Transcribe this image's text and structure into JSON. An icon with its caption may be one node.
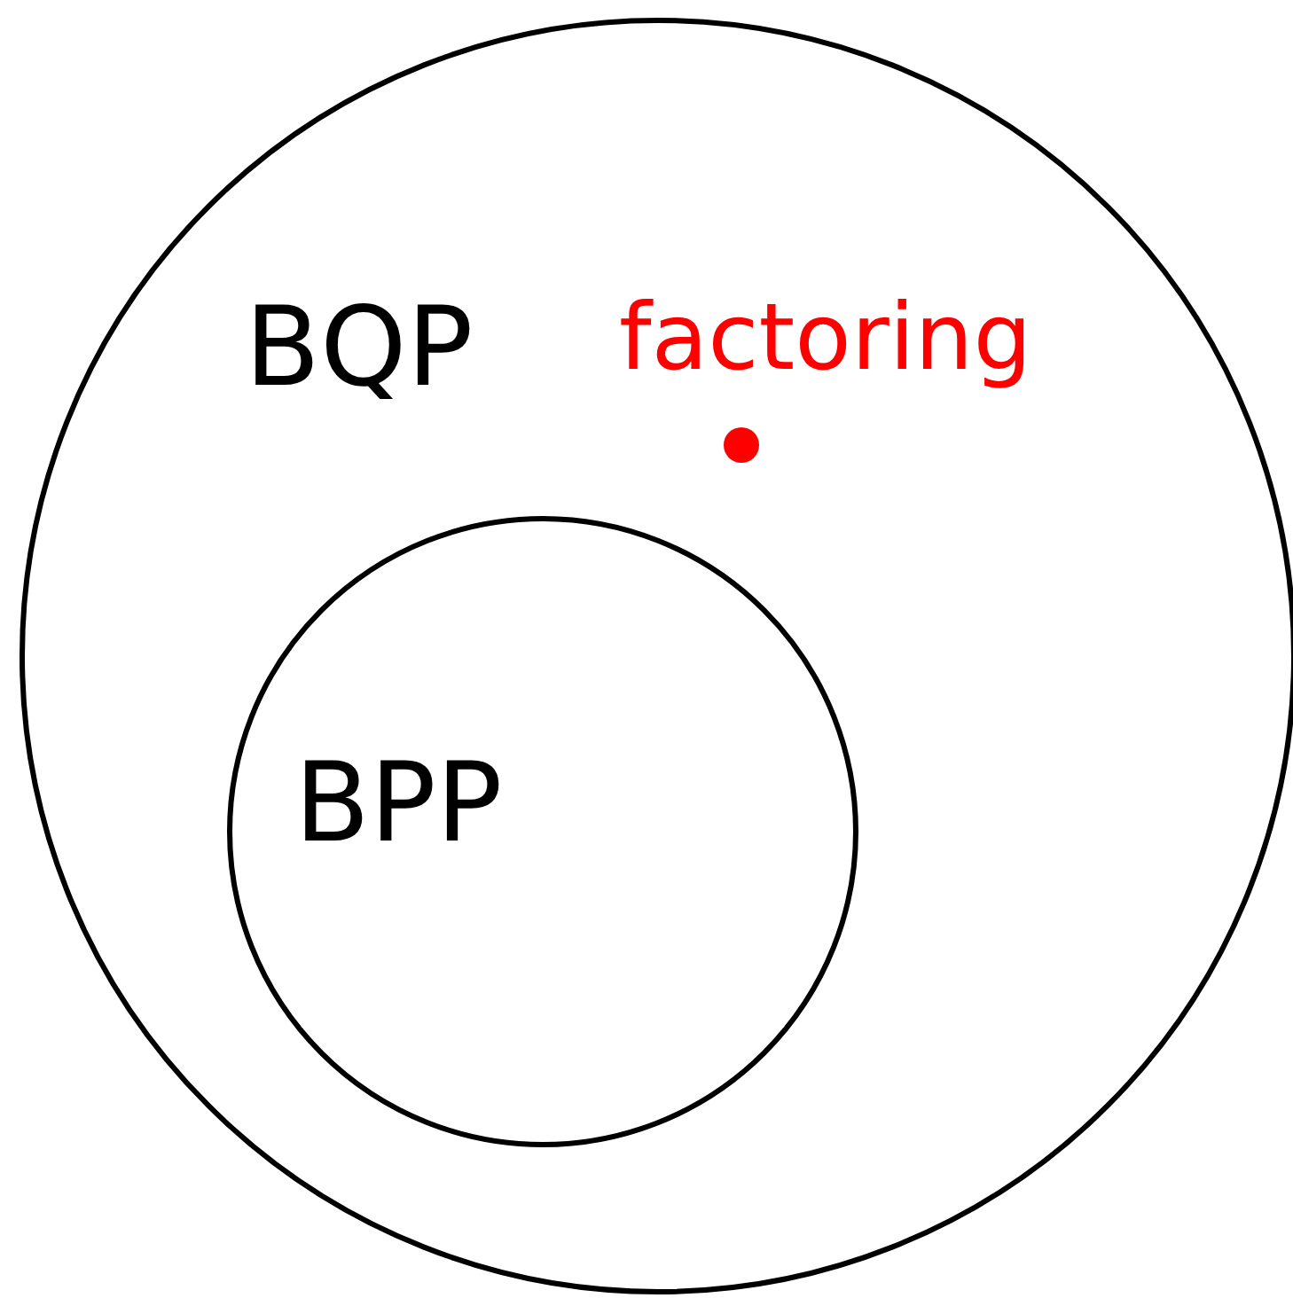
{
  "diagram": {
    "nodes": [
      {
        "text": [
          "BQP"
        ]
      },
      {
        "text": [
          "BPP"
        ],
        "in": 0
      }
    ],
    "labels": [
      "factoring"
    ]
  }
}
